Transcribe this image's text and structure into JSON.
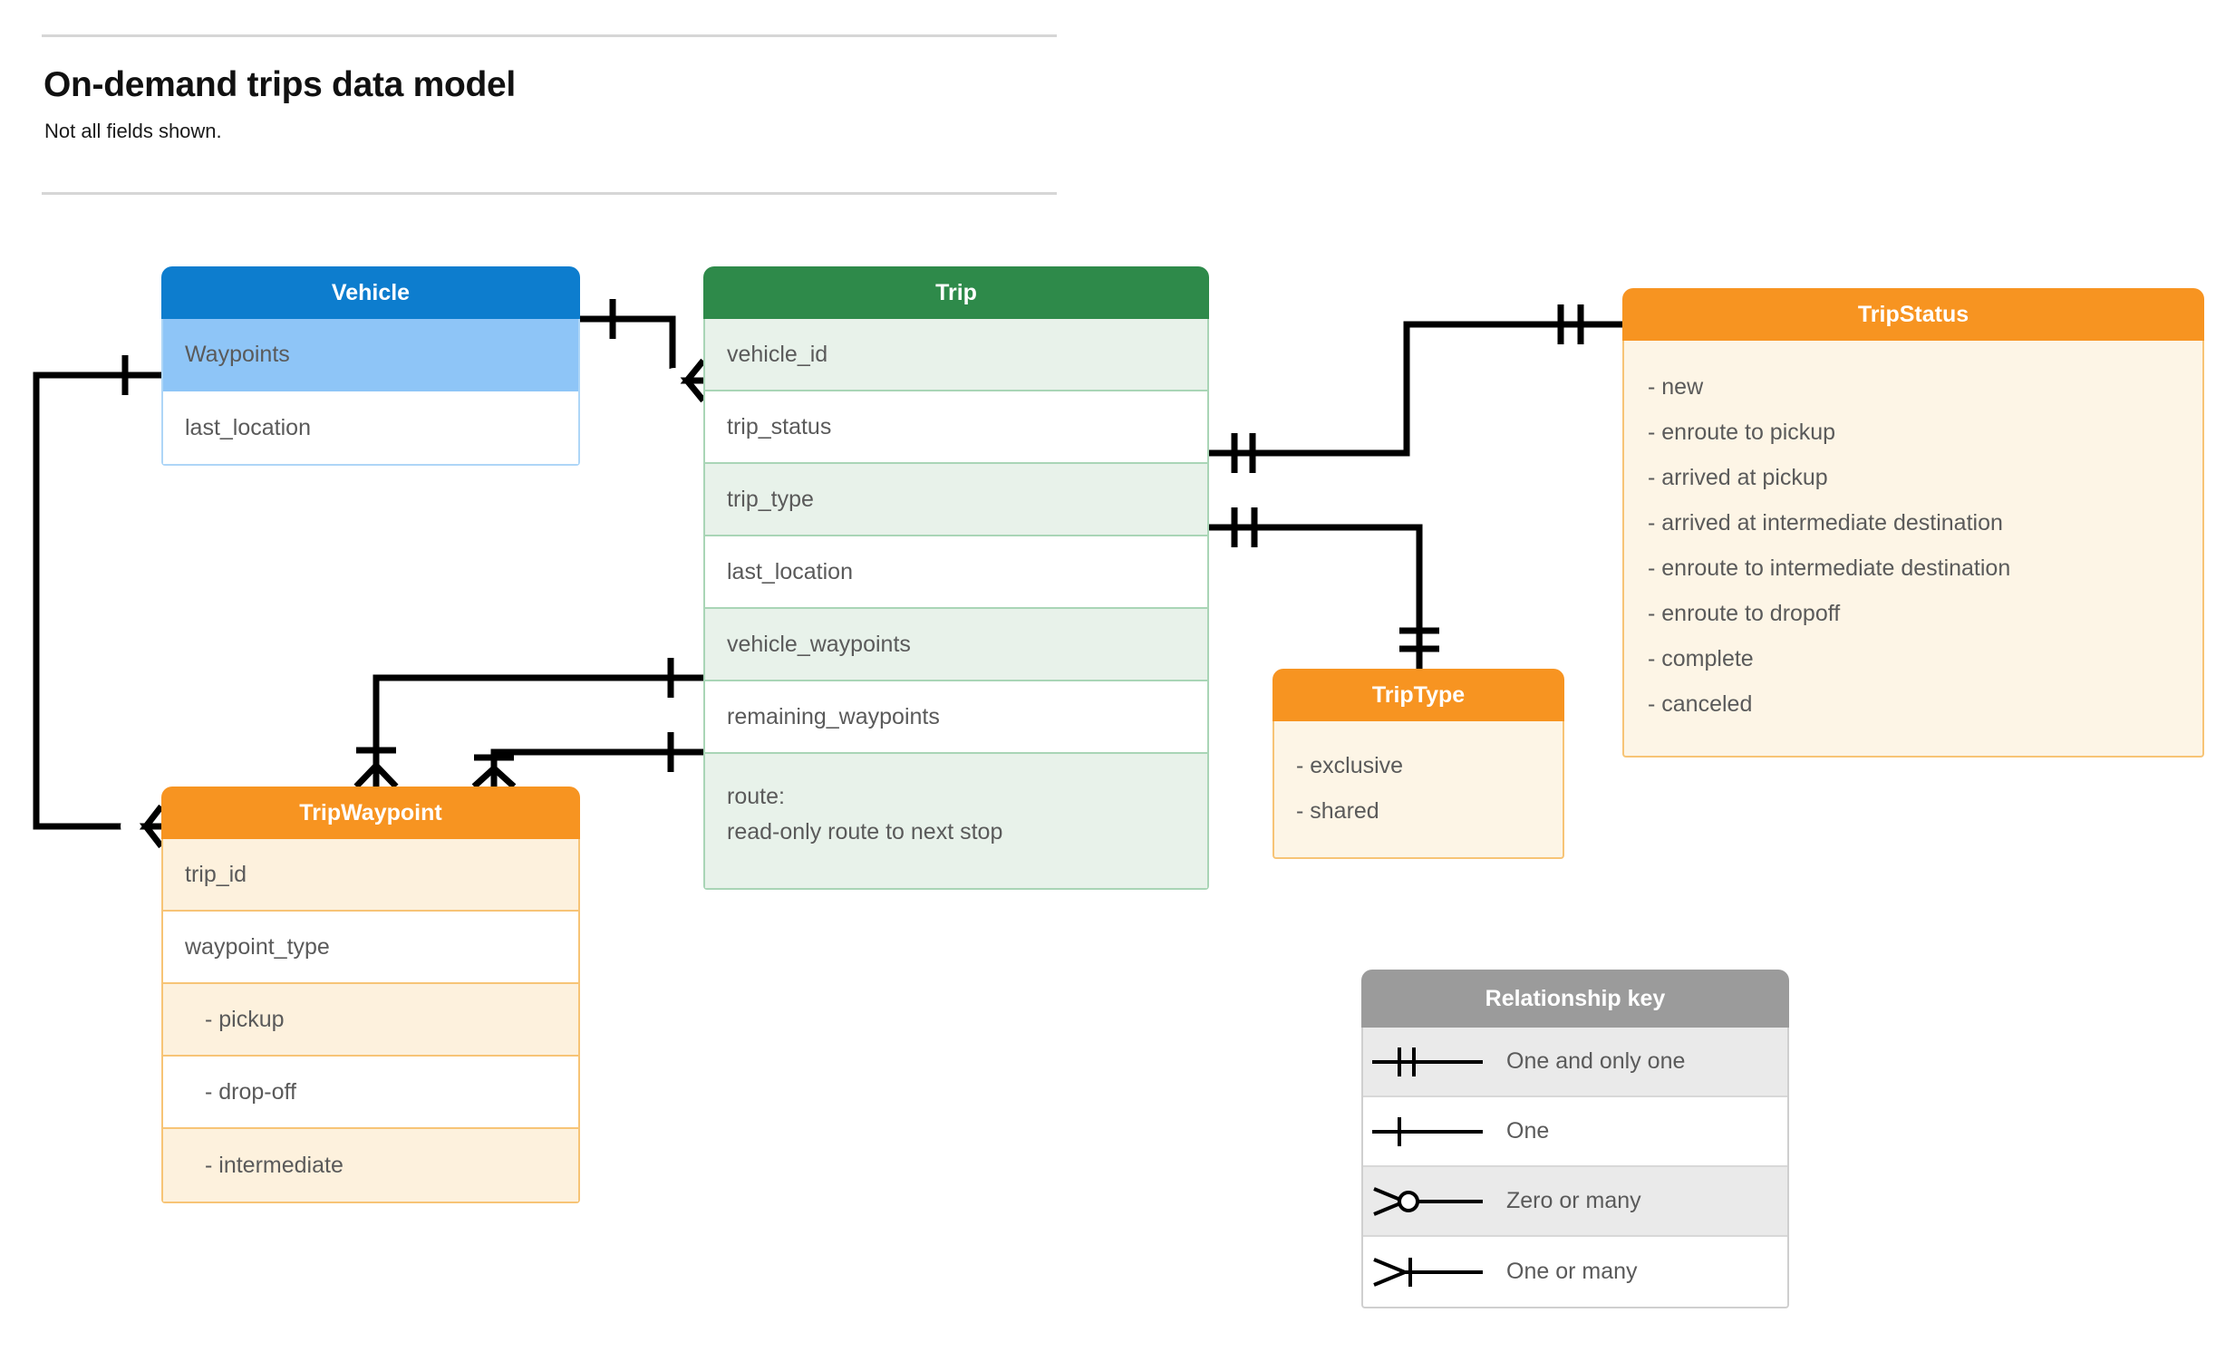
{
  "header": {
    "title": "On-demand trips data model",
    "subtitle": "Not all fields shown."
  },
  "entities": {
    "vehicle": {
      "name": "Vehicle",
      "color": "#0d7dce",
      "fields": [
        "Waypoints",
        "last_location"
      ]
    },
    "trip": {
      "name": "Trip",
      "color": "#2e8a4a",
      "fields": [
        "vehicle_id",
        "trip_status",
        "trip_type",
        "last_location",
        "vehicle_waypoints",
        "remaining_waypoints"
      ],
      "route_label": "route:",
      "route_note": "read-only route to next stop"
    },
    "tripwaypoint": {
      "name": "TripWaypoint",
      "color": "#f79421",
      "fields": [
        "trip_id",
        "waypoint_type"
      ],
      "waypoint_types": [
        "-  pickup",
        "-  drop-off",
        "-  intermediate"
      ]
    },
    "triptype": {
      "name": "TripType",
      "color": "#f79421",
      "values": [
        "- exclusive",
        "- shared"
      ]
    },
    "tripstatus": {
      "name": "TripStatus",
      "color": "#f79421",
      "values": [
        "- new",
        "- enroute to pickup",
        "- arrived at pickup",
        "- arrived at intermediate destination",
        "- enroute to intermediate destination",
        "- enroute to dropoff",
        "- complete",
        "- canceled"
      ]
    }
  },
  "legend": {
    "title": "Relationship key",
    "rows": [
      {
        "symbol": "one-and-only-one",
        "label": "One and only one"
      },
      {
        "symbol": "one",
        "label": "One"
      },
      {
        "symbol": "zero-or-many",
        "label": "Zero or many"
      },
      {
        "symbol": "one-or-many",
        "label": "One or many"
      }
    ]
  },
  "relationships": [
    {
      "from": "Vehicle",
      "from_card": "one",
      "to": "Trip.vehicle_id",
      "to_card": "zero-or-many"
    },
    {
      "from": "Vehicle.Waypoints",
      "from_card": "one",
      "to": "TripWaypoint",
      "to_card": "zero-or-many"
    },
    {
      "from": "Trip.trip_status",
      "from_card": "one-and-only-one",
      "to": "TripStatus",
      "to_card": "one-and-only-one"
    },
    {
      "from": "Trip.trip_type",
      "from_card": "one-and-only-one",
      "to": "TripType",
      "to_card": "one-and-only-one"
    },
    {
      "from": "Trip.vehicle_waypoints",
      "from_card": "one",
      "to": "TripWaypoint",
      "to_card": "one-or-many"
    },
    {
      "from": "Trip.remaining_waypoints",
      "from_card": "one",
      "to": "TripWaypoint",
      "to_card": "one-or-many"
    }
  ]
}
